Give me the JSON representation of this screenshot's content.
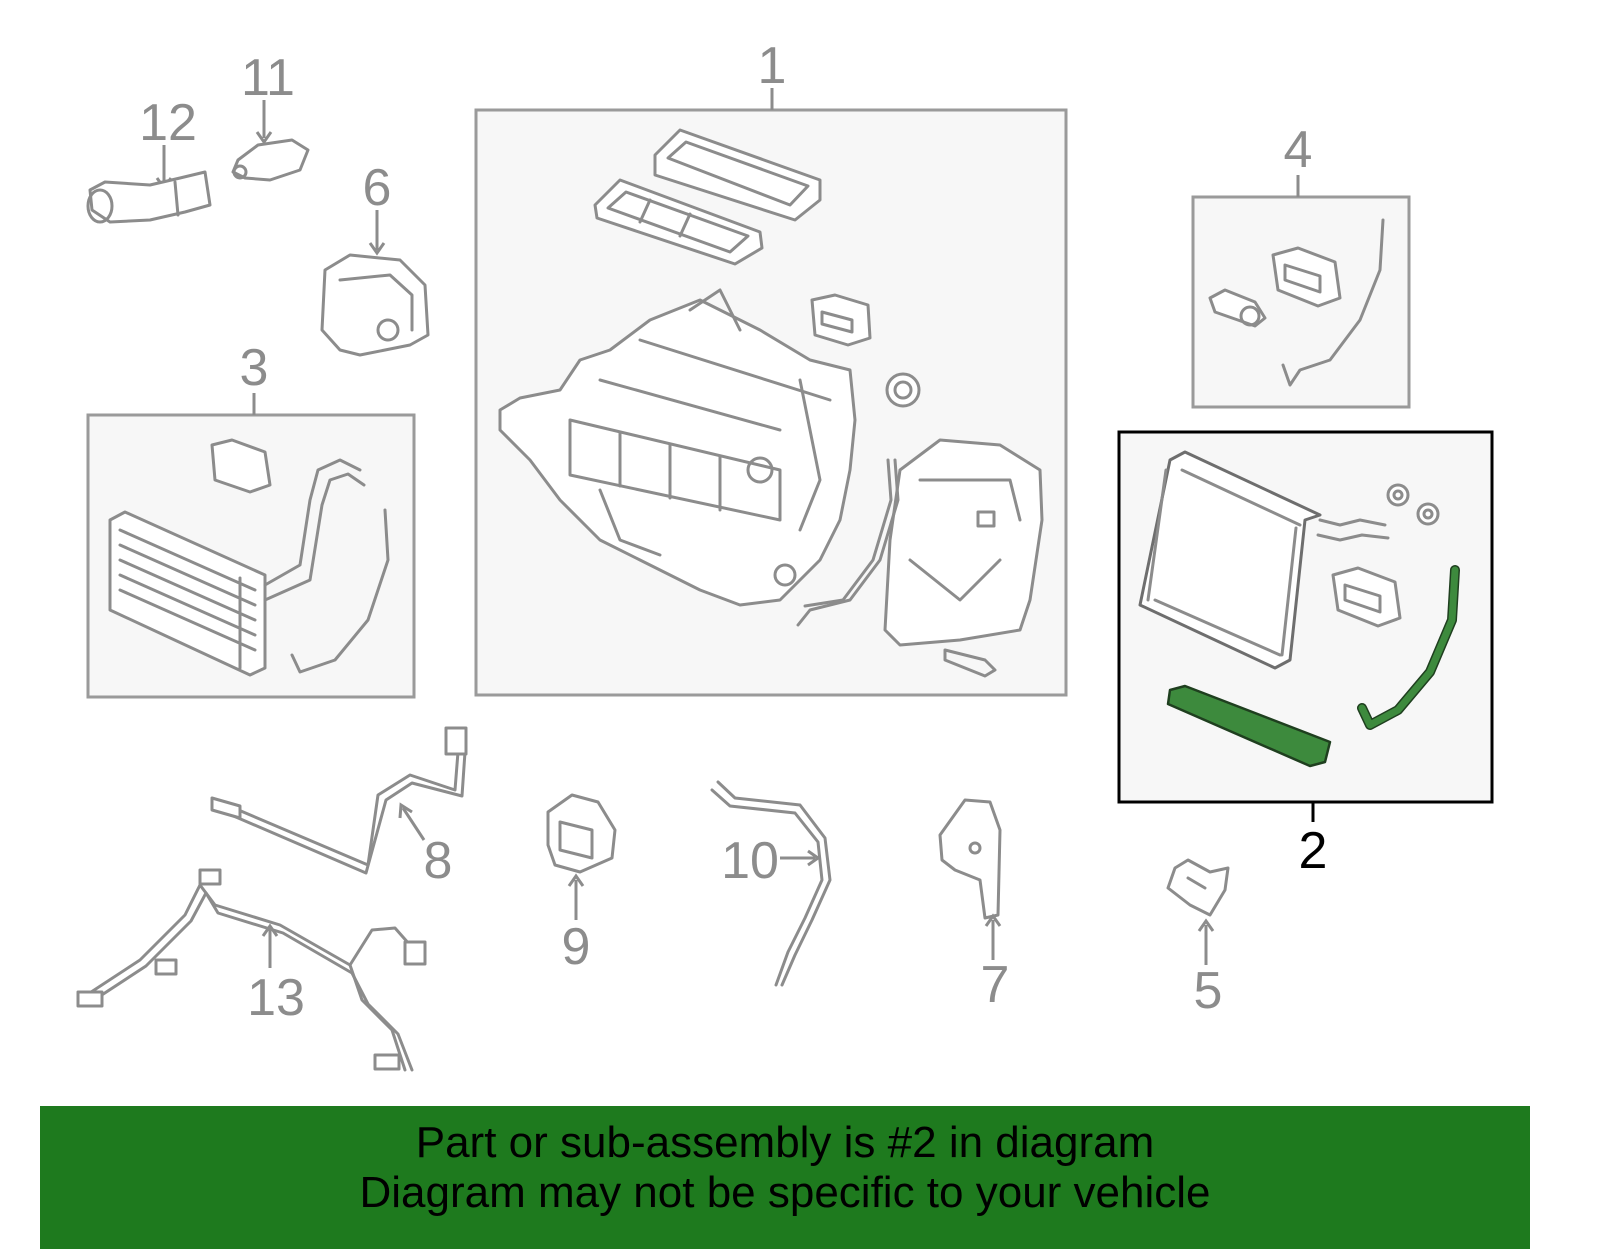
{
  "callouts": {
    "c1": "1",
    "c2": "2",
    "c3": "3",
    "c4": "4",
    "c5": "5",
    "c6": "6",
    "c7": "7",
    "c8": "8",
    "c9": "9",
    "c10": "10",
    "c11": "11",
    "c12": "12",
    "c13": "13"
  },
  "highlighted_part": "2",
  "colors": {
    "highlight_banner": "#1e7a1e",
    "highlight_part": "#3d8a3d",
    "line_gray": "#8c8c8c"
  },
  "footer": {
    "line1": "Part or sub-assembly is #2 in diagram",
    "line2": "Diagram may not be specific to your vehicle"
  }
}
